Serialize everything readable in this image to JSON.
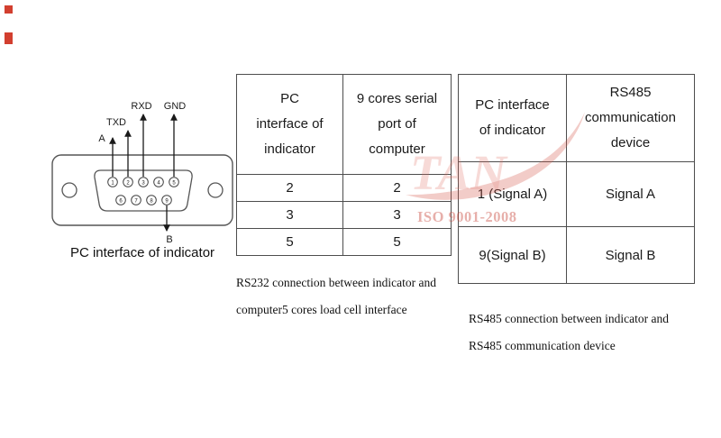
{
  "connector": {
    "caption": "PC interface of indicator",
    "labels": {
      "rxd": "RXD",
      "gnd": "GND",
      "txd": "TXD",
      "a": "A",
      "b": "B"
    },
    "pins_top": [
      "1",
      "2",
      "3",
      "4",
      "5"
    ],
    "pins_bottom": [
      "6",
      "7",
      "8",
      "9"
    ]
  },
  "rs232_table": {
    "headers": [
      "PC\ninterface of\nindicator",
      "9 cores serial\nport of\ncomputer"
    ],
    "rows": [
      [
        "2",
        "2"
      ],
      [
        "3",
        "3"
      ],
      [
        "5",
        "5"
      ]
    ],
    "caption_lines": [
      "RS232 connection between indicator and",
      "computer5 cores load cell interface"
    ]
  },
  "rs485_table": {
    "headers": [
      "PC interface\nof indicator",
      "RS485\ncommunication\ndevice"
    ],
    "rows": [
      [
        "1 (Signal A)",
        "Signal A"
      ],
      [
        "9(Signal B)",
        "Signal B"
      ]
    ],
    "caption_lines": [
      "RS485 connection between indicator and",
      "RS485 communication device"
    ]
  },
  "watermark": {
    "letters": "TAN",
    "cert_text": "ISO 9001-2008"
  }
}
